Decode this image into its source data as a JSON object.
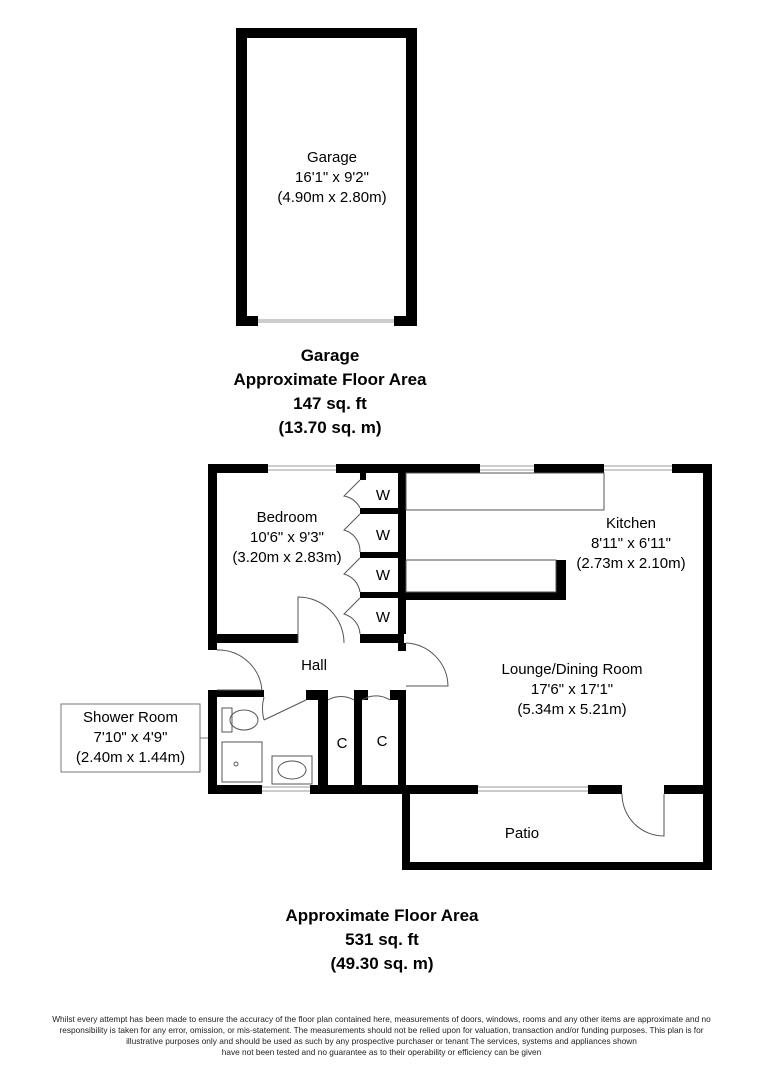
{
  "garage": {
    "name": "Garage",
    "dims_imperial": "16'1\" x 9'2\"",
    "dims_metric": "(4.90m x 2.80m)"
  },
  "garage_area": {
    "title": "Garage",
    "subtitle": "Approximate Floor Area",
    "sqft": "147 sq. ft",
    "sqm": "(13.70 sq. m)"
  },
  "rooms": {
    "bedroom": {
      "name": "Bedroom",
      "dims_imperial": "10'6\" x 9'3\"",
      "dims_metric": "(3.20m x 2.83m)"
    },
    "kitchen": {
      "name": "Kitchen",
      "dims_imperial": "8'11\" x 6'11\"",
      "dims_metric": "(2.73m x 2.10m)"
    },
    "lounge": {
      "name": "Lounge/Dining Room",
      "dims_imperial": "17'6\" x 17'1\"",
      "dims_metric": "(5.34m x 5.21m)"
    },
    "shower": {
      "name": "Shower Room",
      "dims_imperial": "7'10\" x 4'9\"",
      "dims_metric": "(2.40m x 1.44m)"
    },
    "hall": {
      "name": "Hall"
    },
    "patio": {
      "name": "Patio"
    }
  },
  "wardrobes": [
    "W",
    "W",
    "W",
    "W"
  ],
  "cupboards": [
    "C",
    "C"
  ],
  "main_area": {
    "title": "Approximate Floor Area",
    "sqft": "531 sq. ft",
    "sqm": "(49.30 sq. m)"
  },
  "disclaimer": [
    "Whilst every attempt has been made to ensure the accuracy of the floor plan contained here, measurements of doors, windows, rooms and any other items are approximate and no",
    "responsibility is taken for any error, omission, or mis-statement. The measurements should not be relied upon for valuation, transaction and/or funding purposes. This plan is for",
    "illustrative purposes only and should be used as such by any prospective purchaser or tenant The services, systems and appliances shown",
    "have not been tested and no guarantee as to their operability or efficiency can be given"
  ],
  "colors": {
    "wall": "#000000",
    "line": "#555555",
    "window": "#999999"
  }
}
